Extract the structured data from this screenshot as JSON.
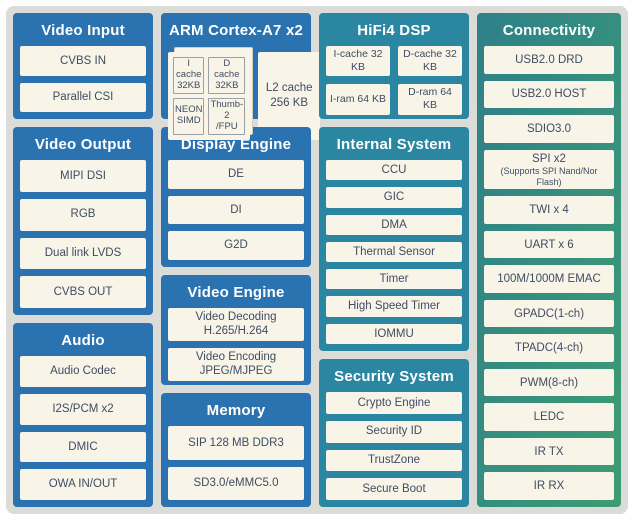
{
  "palette": {
    "background": "#dbdbd8",
    "blue_block": "#2a72b0",
    "teal_block": "#2b86a1",
    "green_gradient_start": "#2e8089",
    "green_gradient_end": "#3d9c74",
    "box_background": "#f8f4e8",
    "box_text": "#3e4d61",
    "header_text": "#ffffff"
  },
  "blocks": {
    "video_input": {
      "title": "Video Input",
      "items": [
        "CVBS IN",
        "Parallel CSI"
      ]
    },
    "video_output": {
      "title": "Video Output",
      "items": [
        "MIPI DSI",
        "RGB",
        "Dual link LVDS",
        "CVBS OUT"
      ]
    },
    "audio": {
      "title": "Audio",
      "items": [
        "Audio Codec",
        "I2S/PCM x2",
        "DMIC",
        "OWA IN/OUT"
      ]
    },
    "arm": {
      "title": "ARM Cortex-A7 x2",
      "caches": [
        "I cache\n32KB",
        "D cache\n32KB",
        "NEON\nSIMD",
        "Thumb-2\n/FPU"
      ],
      "l2": "L2 cache\n256 KB"
    },
    "display_engine": {
      "title": "Display Engine",
      "items": [
        "DE",
        "DI",
        "G2D"
      ]
    },
    "video_engine": {
      "title": "Video Engine",
      "items": [
        "Video Decoding\nH.265/H.264",
        "Video Encoding\nJPEG/MJPEG"
      ]
    },
    "memory": {
      "title": "Memory",
      "items": [
        "SIP 128 MB DDR3",
        "SD3.0/eMMC5.0"
      ]
    },
    "hifi4": {
      "title": "HiFi4 DSP",
      "items": [
        "I-cache 32 KB",
        "D-cache 32 KB",
        "I-ram 64 KB",
        "D-ram 64 KB"
      ]
    },
    "internal_system": {
      "title": "Internal System",
      "items": [
        "CCU",
        "GIC",
        "DMA",
        "Thermal Sensor",
        "Timer",
        "High Speed Timer",
        "IOMMU"
      ]
    },
    "security_system": {
      "title": "Security System",
      "items": [
        "Crypto Engine",
        "Security ID",
        "TrustZone",
        "Secure Boot"
      ]
    },
    "connectivity": {
      "title": "Connectivity",
      "items": [
        {
          "label": "USB2.0 DRD"
        },
        {
          "label": "USB2.0 HOST"
        },
        {
          "label": "SDIO3.0"
        },
        {
          "label": "SPI x2",
          "sub": "(Supports SPI Nand/Nor Flash)"
        },
        {
          "label": "TWI x 4"
        },
        {
          "label": "UART x 6"
        },
        {
          "label": "100M/1000M EMAC"
        },
        {
          "label": "GPADC(1-ch)"
        },
        {
          "label": "TPADC(4-ch)"
        },
        {
          "label": "PWM(8-ch)"
        },
        {
          "label": "LEDC"
        },
        {
          "label": "IR TX"
        },
        {
          "label": "IR RX"
        }
      ]
    }
  }
}
